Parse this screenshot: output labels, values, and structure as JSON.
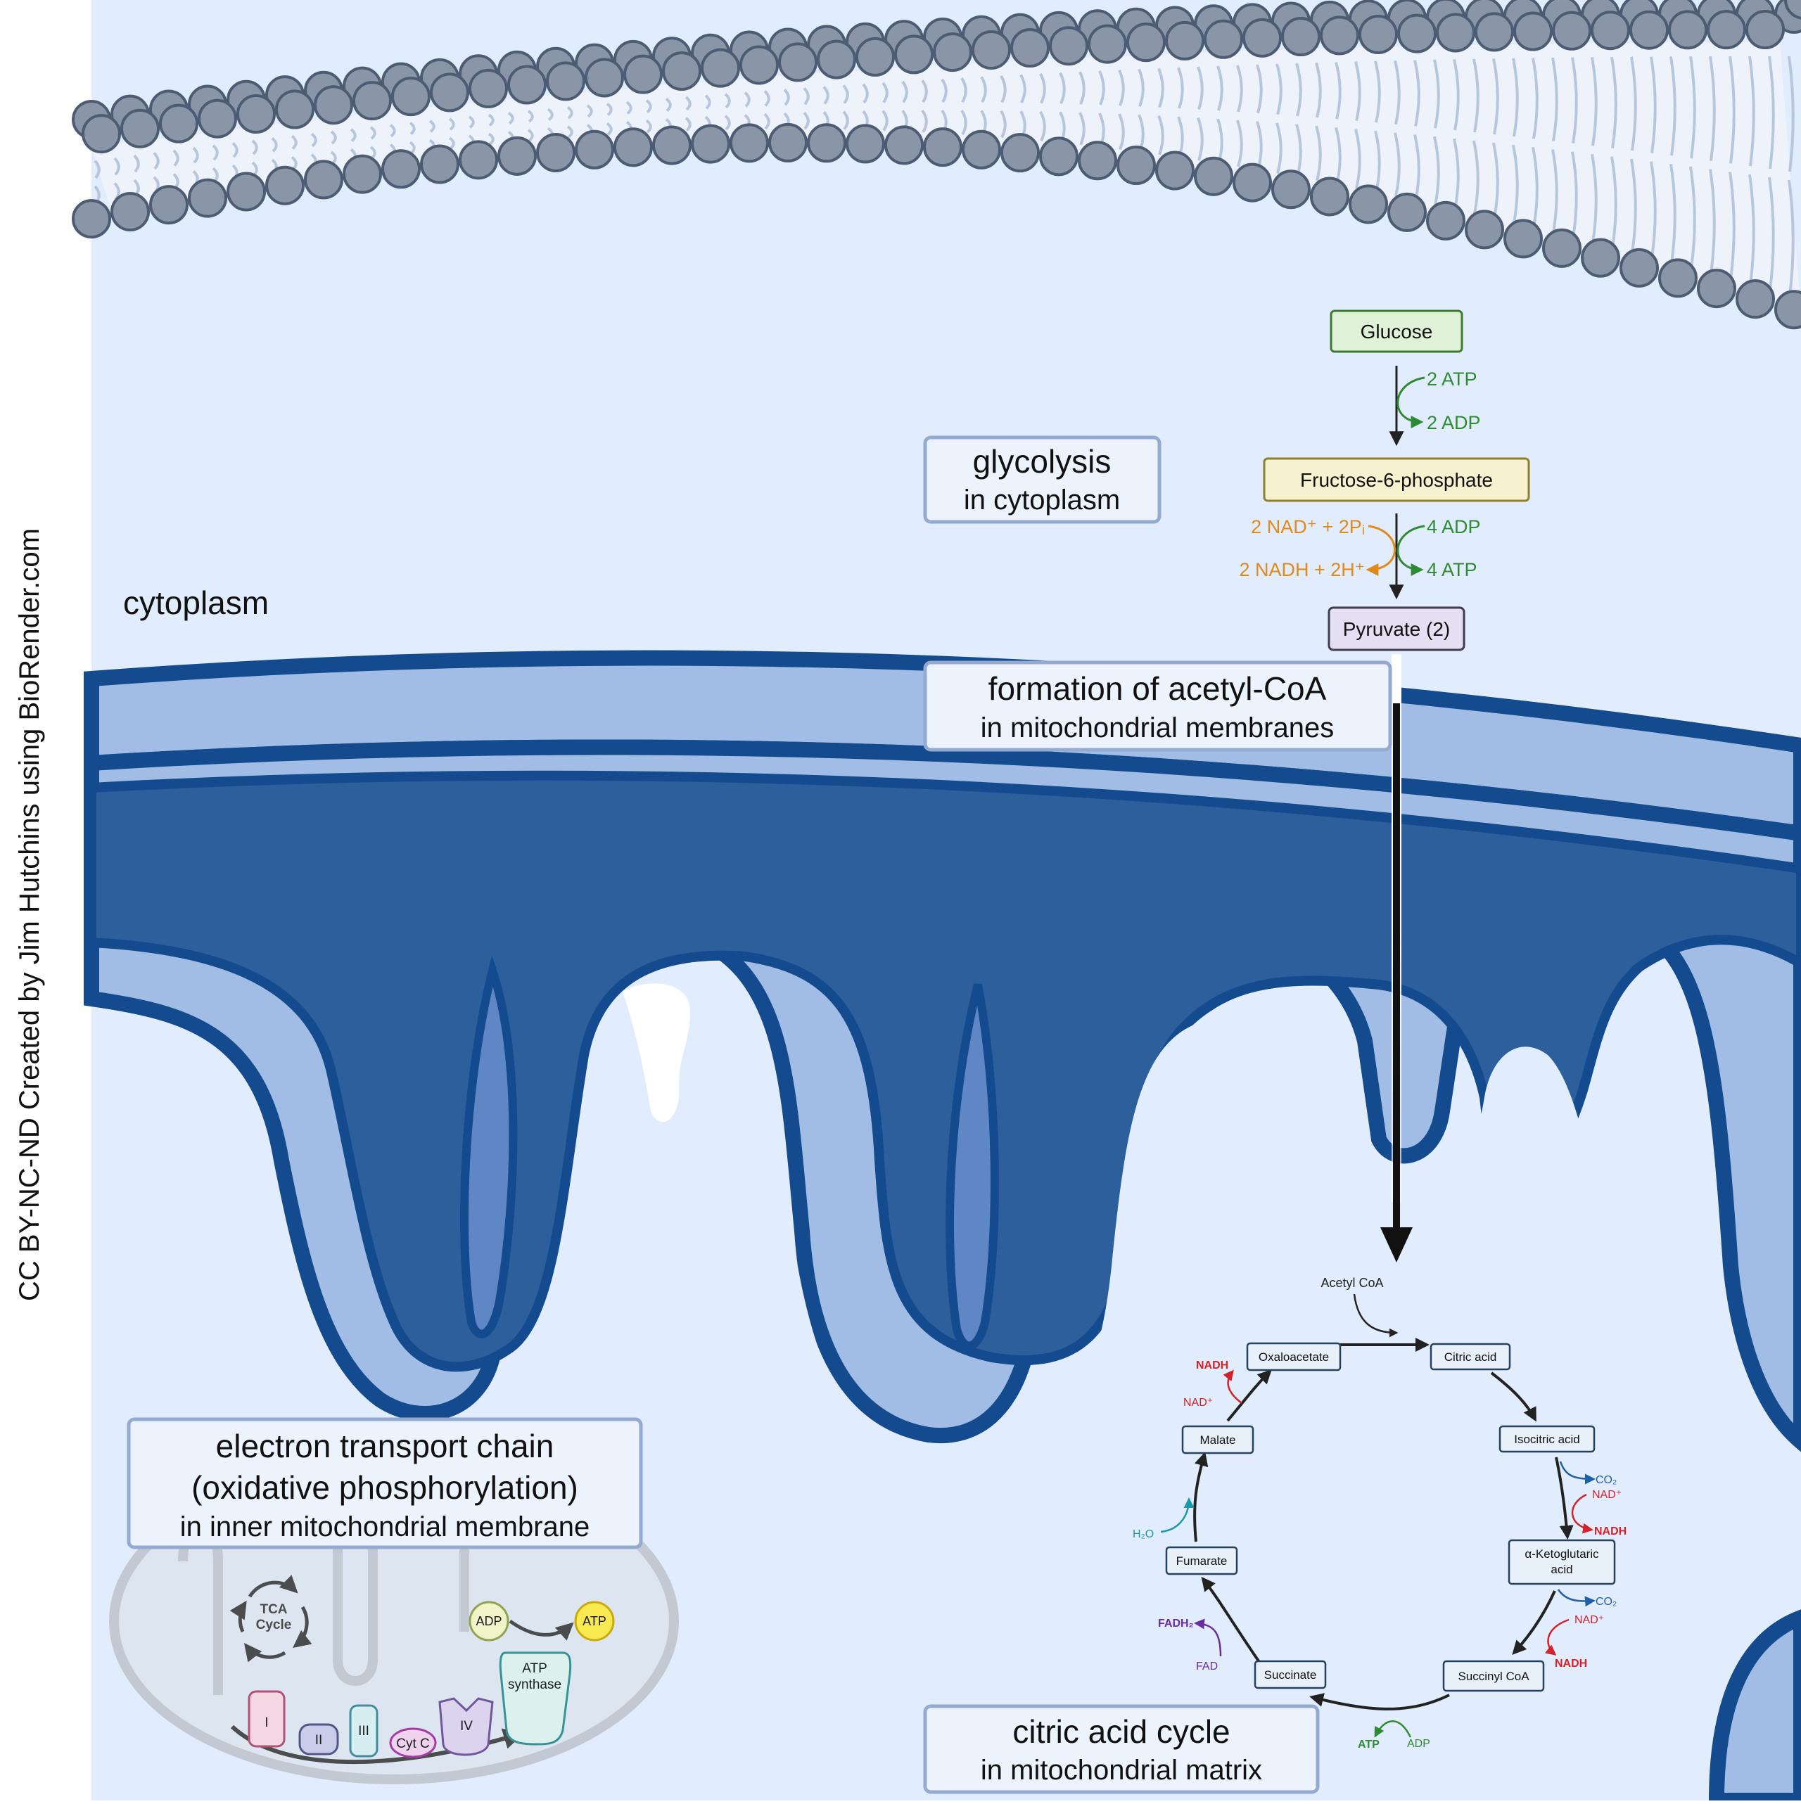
{
  "credit": "CC BY-NC-ND Created by Jim Hutchins using BioRender.com",
  "regions": {
    "cytoplasm": "cytoplasm"
  },
  "glycolysis": {
    "box": {
      "title": "glycolysis",
      "subtitle": "in cytoplasm"
    },
    "nodes": {
      "glucose": "Glucose",
      "f6p": "Fructose-6-phosphate",
      "pyruvate": "Pyruvate (2)"
    },
    "step1": {
      "atp_in": "2 ATP",
      "adp_out": "2 ADP"
    },
    "step2": {
      "nad_in": "2 NAD⁺ + 2Pᵢ",
      "nadh_out": "2 NADH + 2H⁺",
      "adp_in": "4 ADP",
      "atp_out": "4 ATP"
    }
  },
  "acetyl_coa": {
    "title": "formation of acetyl-CoA",
    "subtitle": "in mitochondrial membranes"
  },
  "tca": {
    "box": {
      "title": "citric acid cycle",
      "subtitle": "in mitochondrial matrix"
    },
    "input": "Acetyl CoA",
    "nodes": {
      "citric": "Citric acid",
      "isocitric": "Isocitric acid",
      "aketo1": "α-Ketoglutaric",
      "aketo2": "acid",
      "succinyl": "Succinyl CoA",
      "succinate": "Succinate",
      "fumarate": "Fumarate",
      "malate": "Malate",
      "oxaloacetate": "Oxaloacetate"
    },
    "side": {
      "co2_1": "CO₂",
      "nad_1": "NAD⁺",
      "nadh_1": "NADH",
      "co2_2": "CO₂",
      "nad_2": "NAD⁺",
      "nadh_2": "NADH",
      "atp": "ATP",
      "adp": "ADP",
      "fadh2": "FADH₂",
      "fad": "FAD",
      "h2o": "H₂O",
      "nadh_3": "NADH",
      "nad_3": "NAD⁺"
    }
  },
  "etc": {
    "box": {
      "line1": "electron transport chain",
      "line2": "(oxidative phosphorylation)",
      "line3": "in inner mitochondrial membrane"
    },
    "icon": {
      "tca1": "TCA",
      "tca2": "Cycle",
      "c1": "I",
      "c2": "II",
      "c3": "III",
      "cytc": "Cyt C",
      "c4": "IV",
      "synthase1": "ATP",
      "synthase2": "synthase",
      "adp": "ADP",
      "atp": "ATP"
    }
  },
  "colors": {
    "background": "#e1ecfc",
    "membrane_dark": "#134b8e",
    "membrane_light": "#a1bde5",
    "intermembrane": "#2c5f9c",
    "lipid_head": "#8a96a8",
    "glycolysis_green": "#2e8b34",
    "nadh_orange": "#e08a1e",
    "tca_red": "#d6202a",
    "tca_blue": "#1f5fa8",
    "tca_purple": "#6a2ca0",
    "tca_teal": "#1a9aa8"
  }
}
